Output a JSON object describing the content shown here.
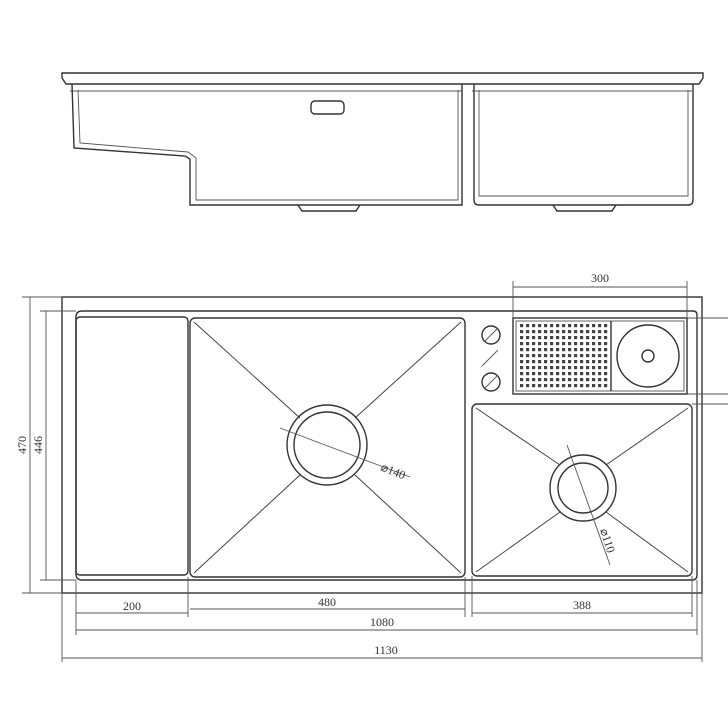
{
  "dimensions": {
    "tray_width": "300",
    "overall_height": "470",
    "inner_height": "446",
    "drainboard_width": "200",
    "main_bowl_width": "480",
    "small_bowl_width": "388",
    "inner_width": "1080",
    "overall_width": "1130",
    "main_drain_diameter": "⌀140",
    "small_drain_diameter": "⌀110"
  },
  "colors": {
    "line": "#333333",
    "background": "#ffffff"
  }
}
